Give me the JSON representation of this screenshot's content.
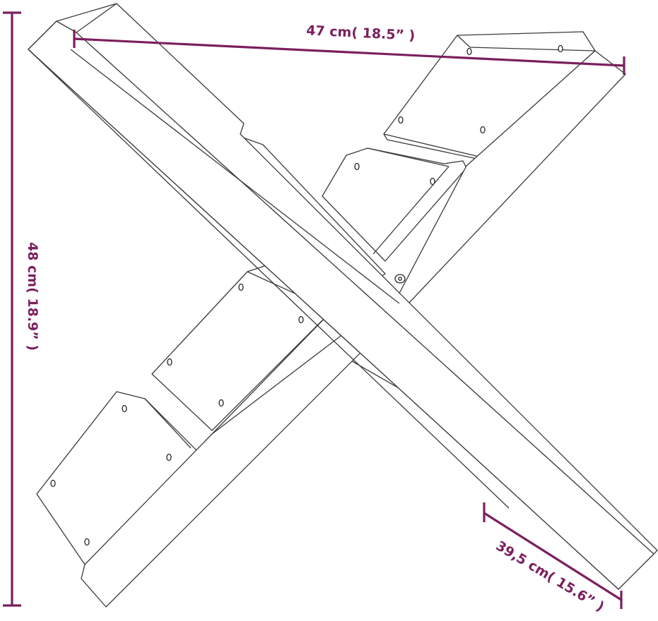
{
  "dimensions": {
    "width_label": "47 cm( 18.5” )",
    "height_label": "48 cm( 18.9” )",
    "depth_label": "39,5 cm( 15.6” )"
  },
  "colors": {
    "dimension": "#7b1f5e",
    "outline": "#3a3a3a",
    "background": "#ffffff"
  }
}
